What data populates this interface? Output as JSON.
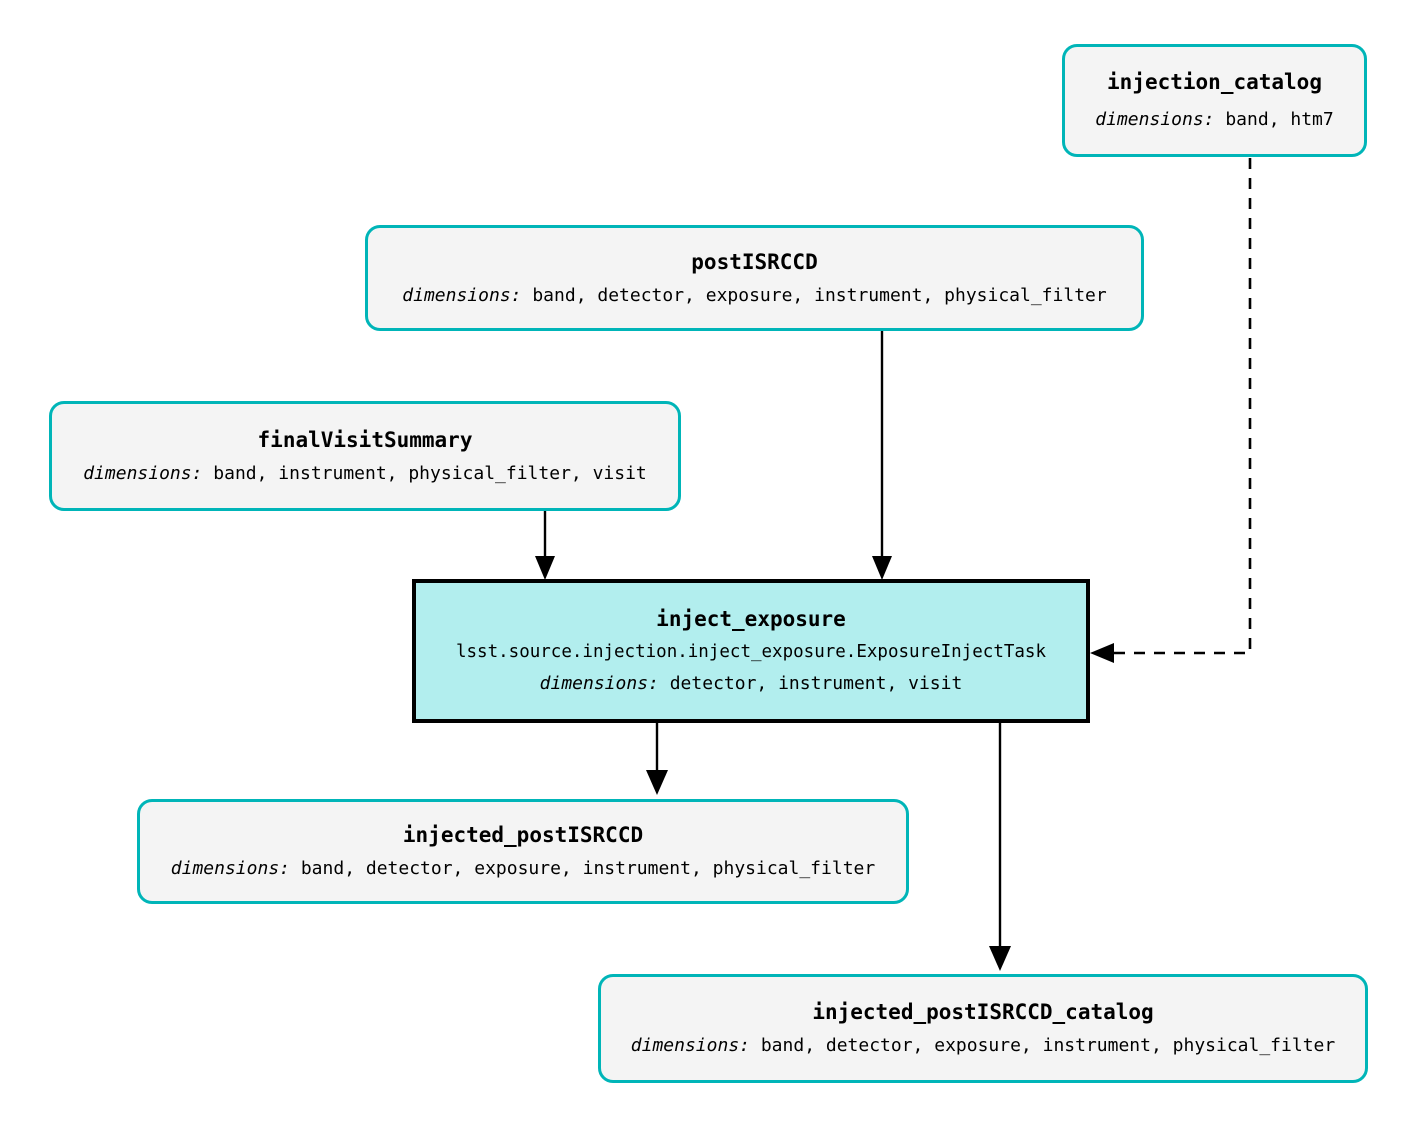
{
  "diagram": {
    "type": "pipeline-task-graph",
    "background_color": "#ffffff",
    "dataset_node_color": "#f4f4f4",
    "dataset_border_color": "#00b5b8",
    "task_node_color": "#b2eeee",
    "task_border_color": "#000000",
    "edge_color": "#000000",
    "dimensions_label": "dimensions:"
  },
  "nodes": {
    "injection_catalog": {
      "title": "injection_catalog",
      "dims_label": "dimensions:",
      "dims_value": "band, htm7",
      "kind": "dataset"
    },
    "postISRCCD": {
      "title": "postISRCCD",
      "dims_label": "dimensions:",
      "dims_value": "band, detector, exposure, instrument, physical_filter",
      "kind": "dataset"
    },
    "finalVisitSummary": {
      "title": "finalVisitSummary",
      "dims_label": "dimensions:",
      "dims_value": "band, instrument, physical_filter, visit",
      "kind": "dataset"
    },
    "inject_exposure": {
      "title": "inject_exposure",
      "subtitle": "lsst.source.injection.inject_exposure.ExposureInjectTask",
      "dims_label": "dimensions:",
      "dims_value": "detector, instrument, visit",
      "kind": "task"
    },
    "injected_postISRCCD": {
      "title": "injected_postISRCCD",
      "dims_label": "dimensions:",
      "dims_value": "band, detector, exposure, instrument, physical_filter",
      "kind": "dataset"
    },
    "injected_postISRCCD_catalog": {
      "title": "injected_postISRCCD_catalog",
      "dims_label": "dimensions:",
      "dims_value": "band, detector, exposure, instrument, physical_filter",
      "kind": "dataset"
    }
  },
  "edges": [
    {
      "from": "postISRCCD",
      "to": "inject_exposure",
      "style": "solid"
    },
    {
      "from": "finalVisitSummary",
      "to": "inject_exposure",
      "style": "solid"
    },
    {
      "from": "injection_catalog",
      "to": "inject_exposure",
      "style": "dashed"
    },
    {
      "from": "inject_exposure",
      "to": "injected_postISRCCD",
      "style": "solid"
    },
    {
      "from": "inject_exposure",
      "to": "injected_postISRCCD_catalog",
      "style": "solid"
    }
  ]
}
